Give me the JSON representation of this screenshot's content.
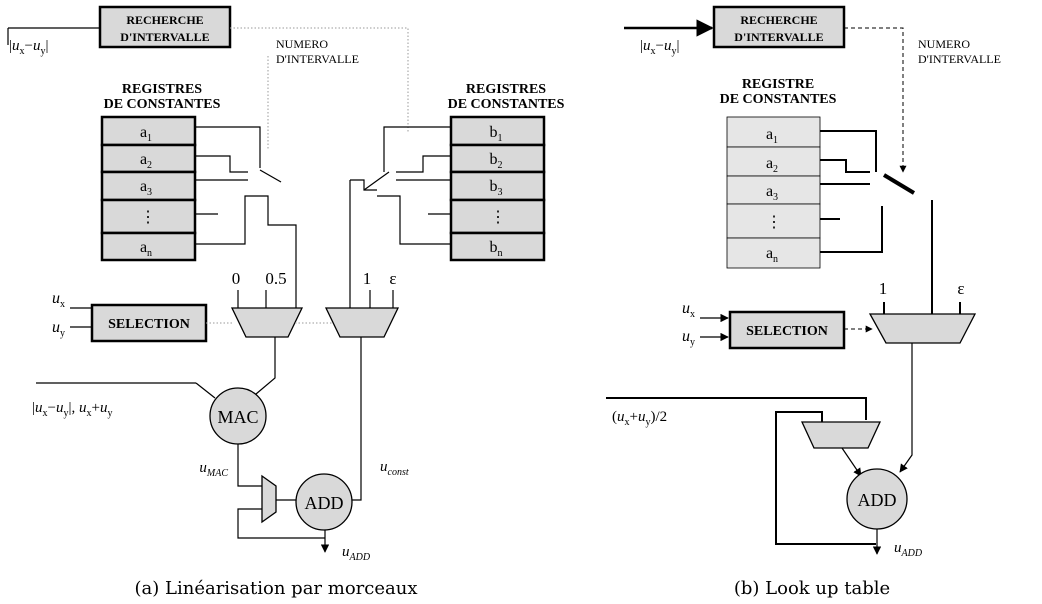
{
  "left": {
    "caption": "(a) Linéarisation par morceaux",
    "interval_search": [
      "RECHERCHE",
      "D'INTERVALLE"
    ],
    "interval_number": [
      "NUMERO",
      "D'INTERVALLE"
    ],
    "reg_title_left": [
      "REGISTRES",
      "DE CONSTANTES"
    ],
    "reg_title_right": [
      "REGISTRES",
      "DE CONSTANTES"
    ],
    "abs_diff": {
      "a": "|",
      "u": "u",
      "x": "x",
      "minus": "−",
      "u2": "u",
      "y": "y",
      "b": "|"
    },
    "a_regs": [
      {
        "base": "a",
        "sub": "1"
      },
      {
        "base": "a",
        "sub": "2"
      },
      {
        "base": "a",
        "sub": "3"
      },
      {
        "base": "⋮",
        "sub": ""
      },
      {
        "base": "a",
        "sub": "n"
      }
    ],
    "b_regs": [
      {
        "base": "b",
        "sub": "1"
      },
      {
        "base": "b",
        "sub": "2"
      },
      {
        "base": "b",
        "sub": "3"
      },
      {
        "base": "⋮",
        "sub": ""
      },
      {
        "base": "b",
        "sub": "n"
      }
    ],
    "mux1_inputs": [
      "0",
      "0.5"
    ],
    "mux2_inputs": [
      "1",
      "ε"
    ],
    "selection": "SELECTION",
    "ux": {
      "u": "u",
      "s": "x"
    },
    "uy": {
      "u": "u",
      "s": "y"
    },
    "mac_input": {
      "p1": "|",
      "u1": "u",
      "s1": "x",
      "p2": "−",
      "u2": "u",
      "s2": "y",
      "p3": "|, ",
      "u3": "u",
      "s3": "x",
      "p4": "+",
      "u4": "u",
      "s4": "y"
    },
    "mac": "MAC",
    "add": "ADD",
    "u_mac": {
      "u": "u",
      "s": "MAC"
    },
    "u_const": {
      "u": "u",
      "s": "const"
    },
    "u_add": {
      "u": "u",
      "s": "ADD"
    }
  },
  "right": {
    "caption": "(b) Look up table",
    "interval_search": [
      "RECHERCHE",
      "D'INTERVALLE"
    ],
    "interval_number": [
      "NUMERO",
      "D'INTERVALLE"
    ],
    "reg_title": [
      "REGISTRE",
      "DE CONSTANTES"
    ],
    "abs_diff": {
      "a": "|",
      "u": "u",
      "x": "x",
      "minus": "−",
      "u2": "u",
      "y": "y",
      "b": "|"
    },
    "a_regs": [
      {
        "base": "a",
        "sub": "1"
      },
      {
        "base": "a",
        "sub": "2"
      },
      {
        "base": "a",
        "sub": "3"
      },
      {
        "base": "⋮",
        "sub": ""
      },
      {
        "base": "a",
        "sub": "n"
      }
    ],
    "mux_inputs": [
      "1",
      "ε"
    ],
    "selection": "SELECTION",
    "ux": {
      "u": "u",
      "s": "x"
    },
    "uy": {
      "u": "u",
      "s": "y"
    },
    "half_sum": {
      "p1": "(",
      "u1": "u",
      "s1": "x",
      "p2": "+",
      "u2": "u",
      "s2": "y",
      "p3": ")/2"
    },
    "add": "ADD",
    "u_add": {
      "u": "u",
      "s": "ADD"
    }
  }
}
